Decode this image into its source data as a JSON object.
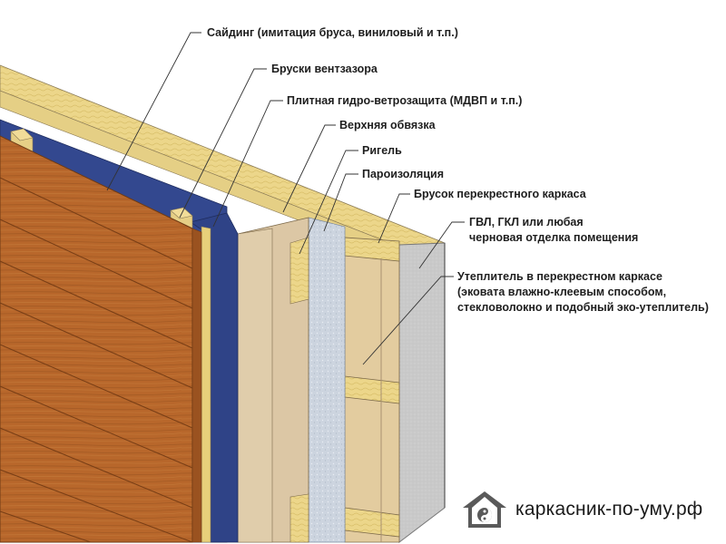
{
  "layers": [
    {
      "id": "siding",
      "text": "Сайдинг (имитация бруса, виниловый и т.п.)"
    },
    {
      "id": "vent-battens",
      "text": "Бруски вентзазора"
    },
    {
      "id": "wind-barrier",
      "text": "Плитная гидро-ветрозащита (МДВП и т.п.)"
    },
    {
      "id": "top-plate",
      "text": "Верхняя обвязка"
    },
    {
      "id": "crossbar",
      "text": "Ригель"
    },
    {
      "id": "vapor-barrier",
      "text": "Пароизоляция"
    },
    {
      "id": "cross-frame-batten",
      "text": "Брусок перекрестного каркаса"
    },
    {
      "id": "interior-finish",
      "lines": [
        "ГВЛ, ГКЛ или любая",
        "черновая отделка помещения"
      ]
    },
    {
      "id": "cross-insulation",
      "lines": [
        "Утеплитель в перекрестном каркасе",
        "(эковата влажно-клеевым способом,",
        "стекловолокно и подобный эко-утеплитель)"
      ]
    }
  ],
  "brand": {
    "site": "каркасник-по-уму.рф",
    "icon": "house-yin-yang-icon"
  },
  "colors": {
    "siding": "#b5652a",
    "wind_barrier": "#33488f",
    "insulation": "#ecd68a",
    "timber": "#dcc7a5",
    "vapor": "#c9d2df",
    "gypsum": "#c8c8c8"
  }
}
